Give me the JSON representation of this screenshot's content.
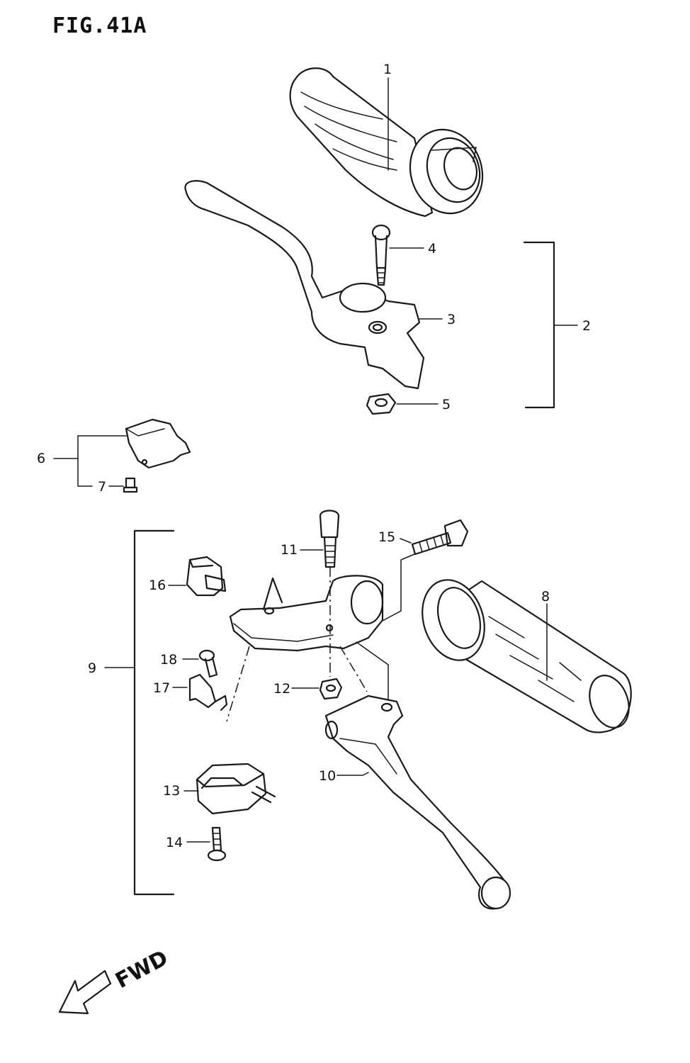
{
  "figure": {
    "title": "FIG.41A"
  },
  "direction": {
    "label": "FWD"
  },
  "callouts": {
    "c1": "1",
    "c2": "2",
    "c3": "3",
    "c4": "4",
    "c5": "5",
    "c6": "6",
    "c7": "7",
    "c8": "8",
    "c9": "9",
    "c10": "10",
    "c11": "11",
    "c12": "12",
    "c13": "13",
    "c14": "14",
    "c15": "15",
    "c16": "16",
    "c17": "17",
    "c18": "18"
  }
}
